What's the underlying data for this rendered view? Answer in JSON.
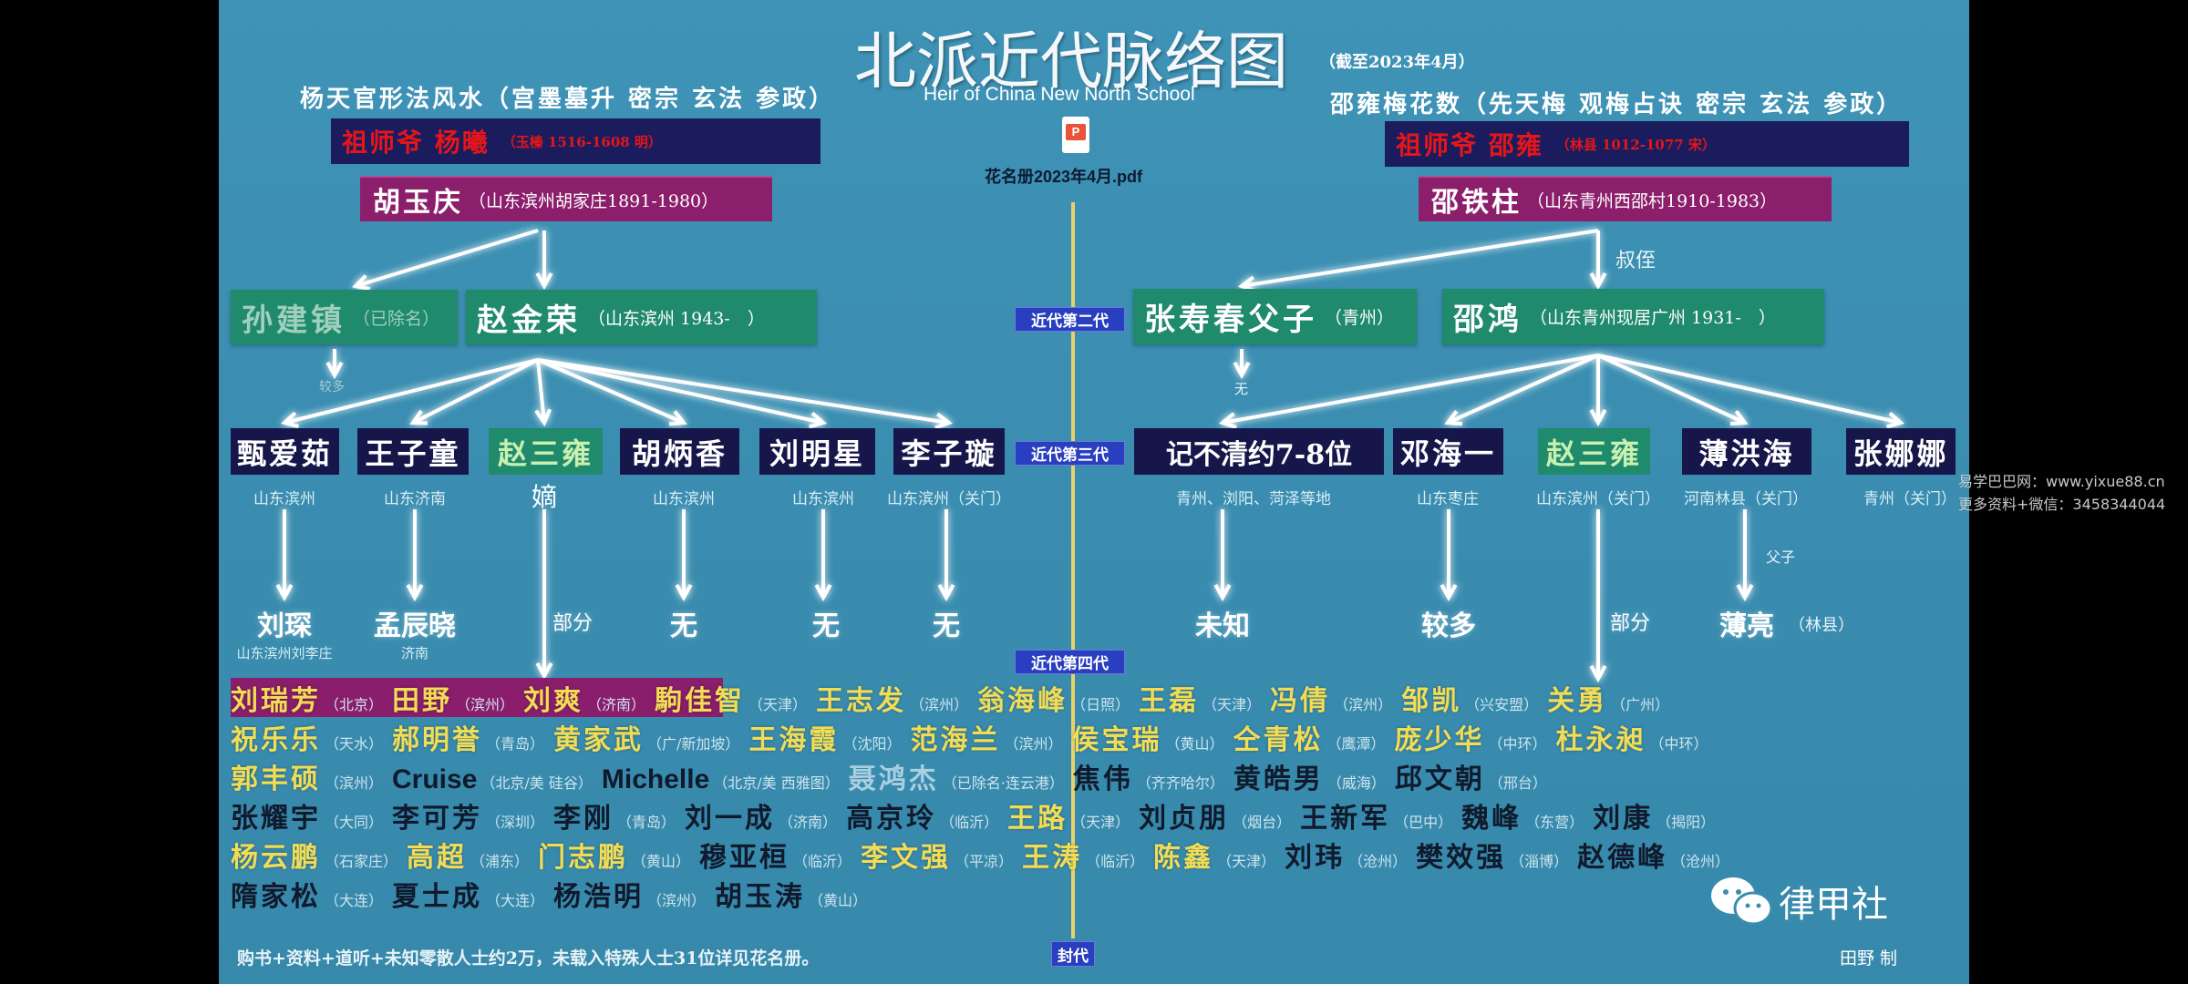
{
  "title": "北派近代脉络图",
  "as_of": "（截至2023年4月）",
  "subtitle_en": "Heir of China New North School",
  "left_branch": {
    "heading": "杨天官形法风水（宫墨墓升 密宗 玄法 参政）",
    "founder": {
      "name": "祖师爷 杨曦",
      "detail": "（玉榛 1516-1608 明）"
    },
    "gen1": {
      "name": "胡玉庆",
      "detail": "（山东滨州胡家庄1891-1980）"
    },
    "gen2": [
      {
        "name": "孙建镇",
        "detail": "（已除名）",
        "below": "较多"
      },
      {
        "name": "赵金荣",
        "detail": "（山东滨州 1943-　）"
      }
    ],
    "gen3": [
      {
        "name": "甄爱茹",
        "loc": "山东滨州",
        "next": "刘琛",
        "next_loc": "山东滨州刘李庄"
      },
      {
        "name": "王子童",
        "loc": "山东济南",
        "next": "孟辰晓",
        "next_loc": "济南"
      },
      {
        "name": "赵三雍",
        "loc": "嫡",
        "next": "部分"
      },
      {
        "name": "胡炳香",
        "loc": "山东滨州",
        "next": "无"
      },
      {
        "name": "刘明星",
        "loc": "山东滨州",
        "next": "无"
      },
      {
        "name": "李子璇",
        "loc": "山东滨州（关门）",
        "next": "无"
      }
    ]
  },
  "right_branch": {
    "heading": "邵雍梅花数（先天梅 观梅占诀 密宗 玄法 参政）",
    "founder": {
      "name": "祖师爷 邵雍",
      "detail": "（林县 1012-1077 宋）"
    },
    "gen1": {
      "name": "邵铁柱",
      "detail": "（山东青州西邵村1910-1983）"
    },
    "relation": "叔侄",
    "gen2": [
      {
        "name": "张寿春父子",
        "detail": "（青州）",
        "below": "无"
      },
      {
        "name": "邵鸿",
        "detail": "（山东青州现居广州 1931-　）"
      }
    ],
    "gen3": [
      {
        "name": "记不清约7-8位",
        "loc": "青州、浏阳、菏泽等地",
        "next": "未知"
      },
      {
        "name": "邓海一",
        "loc": "山东枣庄",
        "next": "较多"
      },
      {
        "name": "赵三雍",
        "loc": "山东滨州（关门）",
        "next": "部分"
      },
      {
        "name": "薄洪海",
        "loc": "河南林县（关门）",
        "next": "薄亮",
        "next_detail": "（林县）",
        "relation": "父子"
      },
      {
        "name": "张娜娜",
        "loc": "青州（关门）"
      }
    ]
  },
  "pdf": {
    "icon": "pdf-file-icon",
    "label": "花名册2023年4月.pdf"
  },
  "generation_labels": [
    "近代第二代",
    "近代第三代",
    "近代第四代",
    "封代"
  ],
  "roster": [
    [
      [
        "刘瑞芳",
        "北京",
        "y"
      ],
      [
        "田野",
        "滨州",
        "y"
      ],
      [
        "刘爽",
        "济南",
        "y"
      ],
      [
        "駒佳智",
        "天津",
        "y"
      ],
      [
        "王志发",
        "滨州",
        "y"
      ],
      [
        "翁海峰",
        "日照",
        "y"
      ],
      [
        "王磊",
        "天津",
        "y"
      ],
      [
        "冯倩",
        "滨州",
        "y"
      ],
      [
        "邹凯",
        "兴安盟",
        "y"
      ],
      [
        "关勇",
        "广州",
        "y"
      ]
    ],
    [
      [
        "祝乐乐",
        "天水",
        "y"
      ],
      [
        "郝明誉",
        "青岛",
        "y"
      ],
      [
        "黄家武",
        "广/新加坡",
        "y"
      ],
      [
        "王海霞",
        "沈阳",
        "y"
      ],
      [
        "范海兰",
        "滨州",
        "y"
      ],
      [
        "侯宝瑞",
        "黄山",
        "y"
      ],
      [
        "仝青松",
        "鹰潭",
        "y"
      ],
      [
        "庞少华",
        "中环",
        "y"
      ],
      [
        "杜永昶",
        "中环",
        "y"
      ]
    ],
    [
      [
        "郭丰硕",
        "滨州",
        "y"
      ],
      [
        "Cruise",
        "北京/美 硅谷",
        "b"
      ],
      [
        "Michelle",
        "北京/美 西雅图",
        "b"
      ],
      [
        "聂鸿杰",
        "已除名·连云港",
        "l"
      ],
      [
        "焦伟",
        "齐齐哈尔",
        "b"
      ],
      [
        "黄皓男",
        "威海",
        "b"
      ],
      [
        "邱文朝",
        "邢台",
        "b"
      ]
    ],
    [
      [
        "张耀宇",
        "大同",
        "b"
      ],
      [
        "李可芳",
        "深圳",
        "b"
      ],
      [
        "李刚",
        "青岛",
        "b"
      ],
      [
        "刘一成",
        "济南",
        "b"
      ],
      [
        "高京玲",
        "临沂",
        "b"
      ],
      [
        "王路",
        "天津",
        "y"
      ],
      [
        "刘贞朋",
        "烟台",
        "b"
      ],
      [
        "王新军",
        "巴中",
        "b"
      ],
      [
        "魏峰",
        "东营",
        "b"
      ],
      [
        "刘康",
        "揭阳",
        "b"
      ]
    ],
    [
      [
        "杨云鹏",
        "石家庄",
        "y"
      ],
      [
        "高超",
        "浦东",
        "y"
      ],
      [
        "门志鹏",
        "黄山",
        "y"
      ],
      [
        "穆亚桓",
        "临沂",
        "b"
      ],
      [
        "李文强",
        "平凉",
        "y"
      ],
      [
        "王涛",
        "临沂",
        "y"
      ],
      [
        "陈鑫",
        "天津",
        "y"
      ],
      [
        "刘玮",
        "沧州",
        "b"
      ],
      [
        "樊效强",
        "淄博",
        "b"
      ],
      [
        "赵德峰",
        "沧州",
        "b"
      ]
    ],
    [
      [
        "隋家松",
        "大连",
        "b"
      ],
      [
        "夏士成",
        "大连",
        "b"
      ],
      [
        "杨浩明",
        "滨州",
        "b"
      ],
      [
        "胡玉涛",
        "黄山",
        "b"
      ]
    ]
  ],
  "footer": {
    "note": "购书+资料+道听+未知零散人士约2万，未载入特殊人士31位详见花名册。",
    "author": "田野 制",
    "brand": "律甲社",
    "brand_icon": "wechat-icon"
  },
  "watermark": [
    "易学巴巴网：www.yixue88.cn",
    "更多资料+微信：3458344044"
  ],
  "colors": {
    "background": "#3a8db0",
    "green_box": "#1f8a6c",
    "navy_box": "#17164a",
    "magenta_box": "#8c1f6c",
    "founder_text": "#e4161a",
    "highlight_name": "#f2dc55",
    "timeline": "#e7d36a",
    "generation_label": "#2a3fc0"
  }
}
